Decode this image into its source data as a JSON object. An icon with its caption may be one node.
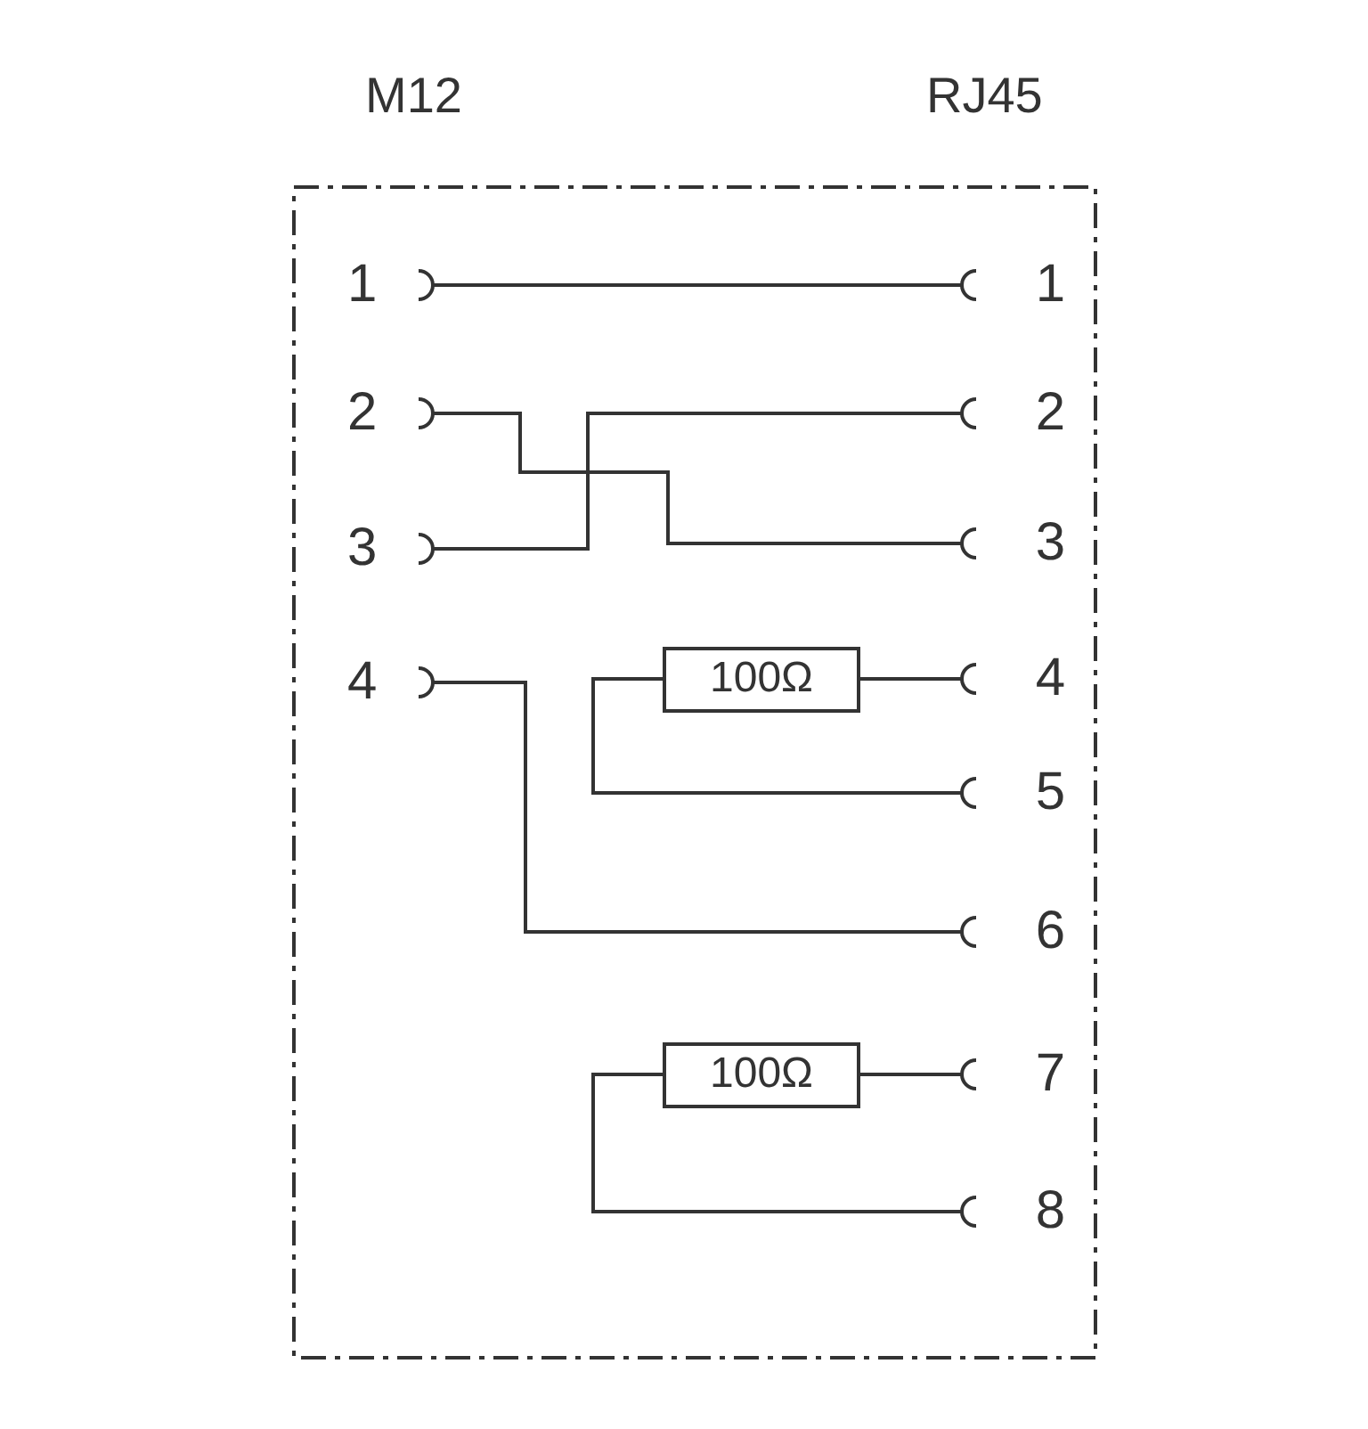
{
  "diagram": {
    "nodes": [
      {
        "text": [
          "1"
        ]
      },
      {
        "text": [
          "2"
        ]
      },
      {
        "text": [
          "3"
        ]
      },
      {
        "text": [
          "4"
        ]
      },
      {
        "text": [
          "1"
        ]
      },
      {
        "text": [
          "2"
        ]
      },
      {
        "text": [
          "3"
        ]
      },
      {
        "text": [
          "4"
        ]
      },
      {
        "text": [
          "5"
        ]
      },
      {
        "text": [
          "6"
        ]
      },
      {
        "text": [
          "7"
        ]
      },
      {
        "text": [
          "8"
        ]
      },
      {
        "text": [
          "100Ω"
        ]
      },
      {
        "text": [
          "100Ω"
        ]
      }
    ],
    "edges": [
      {
        "from": 0,
        "to": 4,
        "arrow": "none"
      },
      {
        "from": 1,
        "to": 6,
        "arrow": "none"
      },
      {
        "from": 2,
        "to": 5,
        "arrow": "none"
      },
      {
        "from": 3,
        "to": 9,
        "arrow": "none"
      },
      {
        "from": 12,
        "to": 7,
        "arrow": "none"
      },
      {
        "from": 12,
        "to": 8,
        "arrow": "none"
      },
      {
        "from": 13,
        "to": 10,
        "arrow": "none"
      },
      {
        "from": 13,
        "to": 11,
        "arrow": "none"
      }
    ],
    "labels": [
      "M12",
      "RJ45"
    ]
  }
}
